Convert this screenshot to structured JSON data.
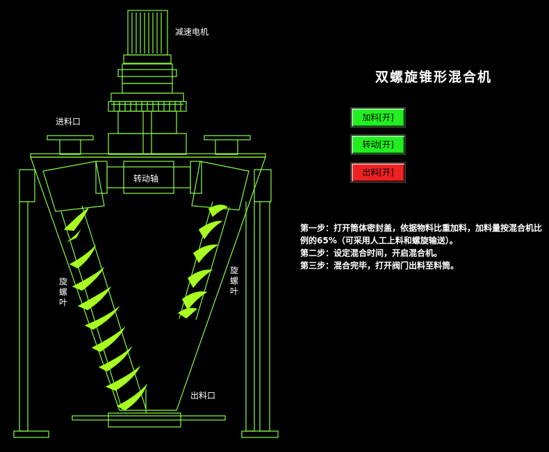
{
  "title": "双螺旋锥形混合机",
  "labels": {
    "motor": "减速电机",
    "inlet": "进料口",
    "drive_shaft": "转动轴",
    "screw_blade_left": "旋螺叶",
    "screw_blade_right": "旋螺叶",
    "outlet": "出料口"
  },
  "buttons": {
    "feed": {
      "label": "加料[开]",
      "color": "#22ee22"
    },
    "rotate": {
      "label": "转动[开]",
      "color": "#22ee22"
    },
    "discharge": {
      "label": "出料[开]",
      "color": "#ee2222"
    }
  },
  "steps": [
    "第一步：打开筒体密封盖，依据物料比重加料，加料量按混合机比例的65%（可采用人工上料和螺旋输送）。",
    "第二步：设定混合时间，开启混合机。",
    "第三步：混合完毕，打开阀门出料至料筒。"
  ],
  "colors": {
    "line": "#88ff44",
    "screw": "#aaff22",
    "background": "#000000"
  }
}
